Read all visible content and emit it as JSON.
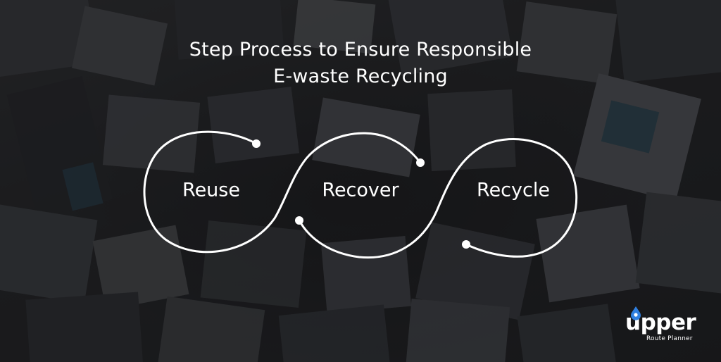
{
  "title": {
    "line1": "Step Process to Ensure Responsible",
    "line2": "E-waste Recycling"
  },
  "steps": [
    {
      "label": "Reuse"
    },
    {
      "label": "Recover"
    },
    {
      "label": "Recycle"
    }
  ],
  "logo": {
    "word": "upper",
    "tagline": "Route Planner",
    "accent_color": "#2f7fe0"
  },
  "colors": {
    "text": "#ffffff",
    "loop_stroke": "#ffffff"
  }
}
